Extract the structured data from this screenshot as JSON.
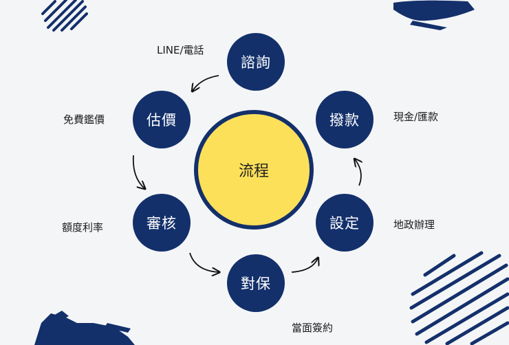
{
  "center": {
    "label": "流程"
  },
  "steps": [
    {
      "label": "諮詢",
      "note": "LINE/電話"
    },
    {
      "label": "估價",
      "note": "免費鑑價"
    },
    {
      "label": "審核",
      "note": "額度利率"
    },
    {
      "label": "對保",
      "note": "當面簽約"
    },
    {
      "label": "設定",
      "note": "地政辦理"
    },
    {
      "label": "撥款",
      "note": "現金/匯款"
    }
  ],
  "colors": {
    "navy": "#13306b",
    "yellow": "#fde05a",
    "background": "#f4f5f7"
  }
}
